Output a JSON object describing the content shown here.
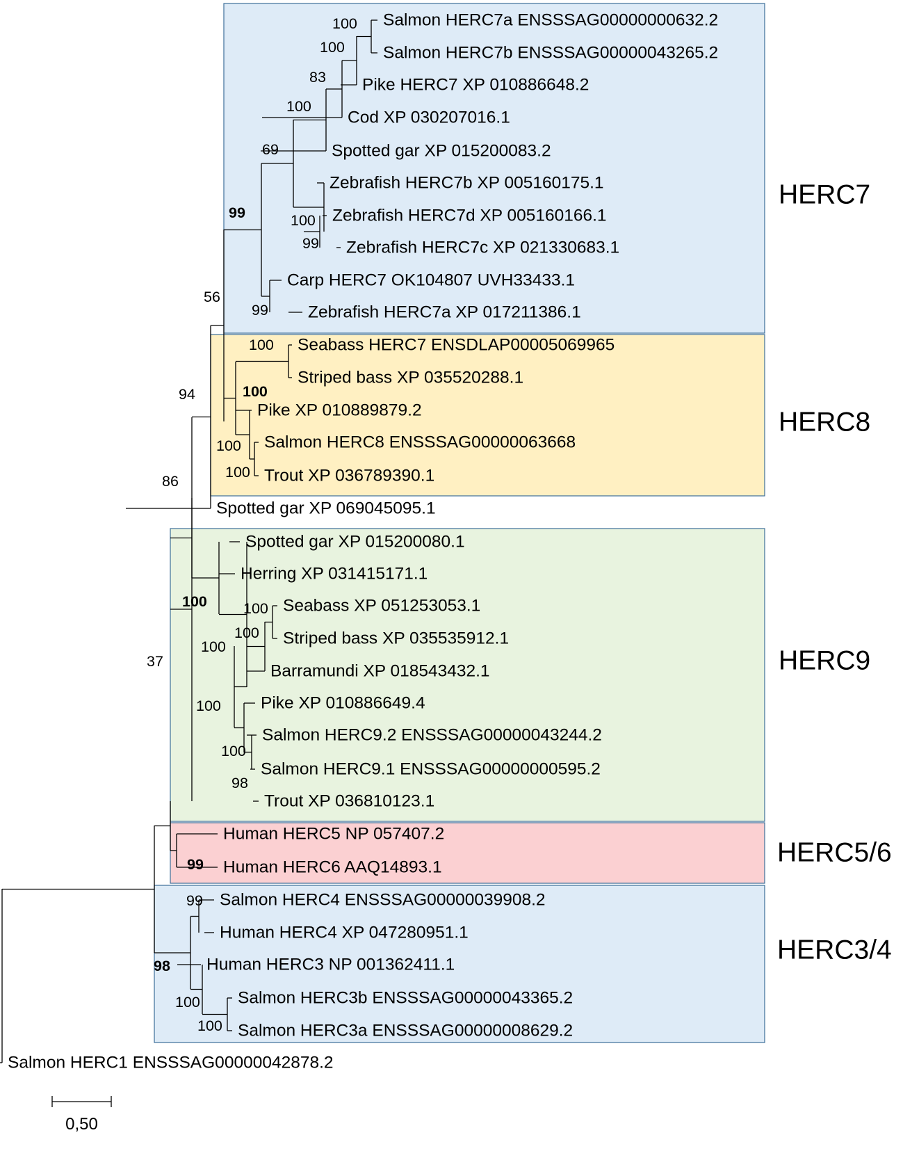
{
  "clades": [
    {
      "label": "HERC7",
      "color": "#deebf7"
    },
    {
      "label": "HERC8",
      "color": "#fff0c2"
    },
    {
      "label": "HERC9",
      "color": "#e8f3df"
    },
    {
      "label": "HERC5/6",
      "color": "#fbd0d2"
    },
    {
      "label": "HERC3/4",
      "color": "#deebf7"
    }
  ],
  "leaves": [
    "Salmon HERC7a ENSSSAG00000000632.2",
    "Salmon HERC7b ENSSSAG00000043265.2",
    "Pike HERC7 XP 010886648.2",
    "Cod XP 030207016.1",
    "Spotted gar XP 015200083.2",
    "Zebrafish HERC7b XP 005160175.1",
    "Zebrafish HERC7d XP 005160166.1",
    "Zebrafish HERC7c XP 021330683.1",
    "Carp HERC7 OK104807 UVH33433.1",
    "Zebrafish HERC7a XP 017211386.1",
    "Seabass HERC7 ENSDLAP00005069965",
    "Striped bass XP 035520288.1",
    "Pike XP 010889879.2",
    "Salmon HERC8 ENSSSAG00000063668",
    "Trout XP 036789390.1",
    "Spotted gar XP 069045095.1",
    "Spotted gar XP 015200080.1",
    "Herring XP 031415171.1",
    "Seabass XP 051253053.1",
    "Striped bass XP 035535912.1",
    "Barramundi XP 018543432.1",
    "Pike XP 010886649.4",
    "Salmon HERC9.2 ENSSSAG00000043244.2",
    "Salmon HERC9.1 ENSSSAG00000000595.2",
    "Trout XP 036810123.1",
    "Human HERC5 NP 057407.2",
    "Human HERC6 AAQ14893.1",
    "Salmon HERC4 ENSSSAG00000039908.2",
    "Human HERC4 XP 047280951.1",
    "Human HERC3 NP 001362411.1",
    "Salmon HERC3b ENSSSAG00000043365.2",
    "Salmon HERC3a ENSSSAG00000008629.2",
    "Salmon HERC1 ENSSSAG00000042878.2"
  ],
  "support": [
    {
      "value": "100",
      "bold": false
    },
    {
      "value": "100",
      "bold": false
    },
    {
      "value": "83",
      "bold": false
    },
    {
      "value": "100",
      "bold": false
    },
    {
      "value": "69",
      "bold": false
    },
    {
      "value": "99",
      "bold": true
    },
    {
      "value": "100",
      "bold": false
    },
    {
      "value": "99",
      "bold": false
    },
    {
      "value": "99",
      "bold": false
    },
    {
      "value": "56",
      "bold": false
    },
    {
      "value": "100",
      "bold": false
    },
    {
      "value": "100",
      "bold": true
    },
    {
      "value": "100",
      "bold": false
    },
    {
      "value": "100",
      "bold": false
    },
    {
      "value": "94",
      "bold": false
    },
    {
      "value": "86",
      "bold": false
    },
    {
      "value": "100",
      "bold": false
    },
    {
      "value": "100",
      "bold": false
    },
    {
      "value": "100",
      "bold": true
    },
    {
      "value": "100",
      "bold": false
    },
    {
      "value": "100",
      "bold": false
    },
    {
      "value": "100",
      "bold": false
    },
    {
      "value": "98",
      "bold": false
    },
    {
      "value": "99",
      "bold": true
    },
    {
      "value": "37",
      "bold": false
    },
    {
      "value": "99",
      "bold": false
    },
    {
      "value": "100",
      "bold": false
    },
    {
      "value": "100",
      "bold": false
    },
    {
      "value": "98",
      "bold": true
    }
  ],
  "scale_bar": {
    "label": "0,50",
    "value": 0.5
  }
}
